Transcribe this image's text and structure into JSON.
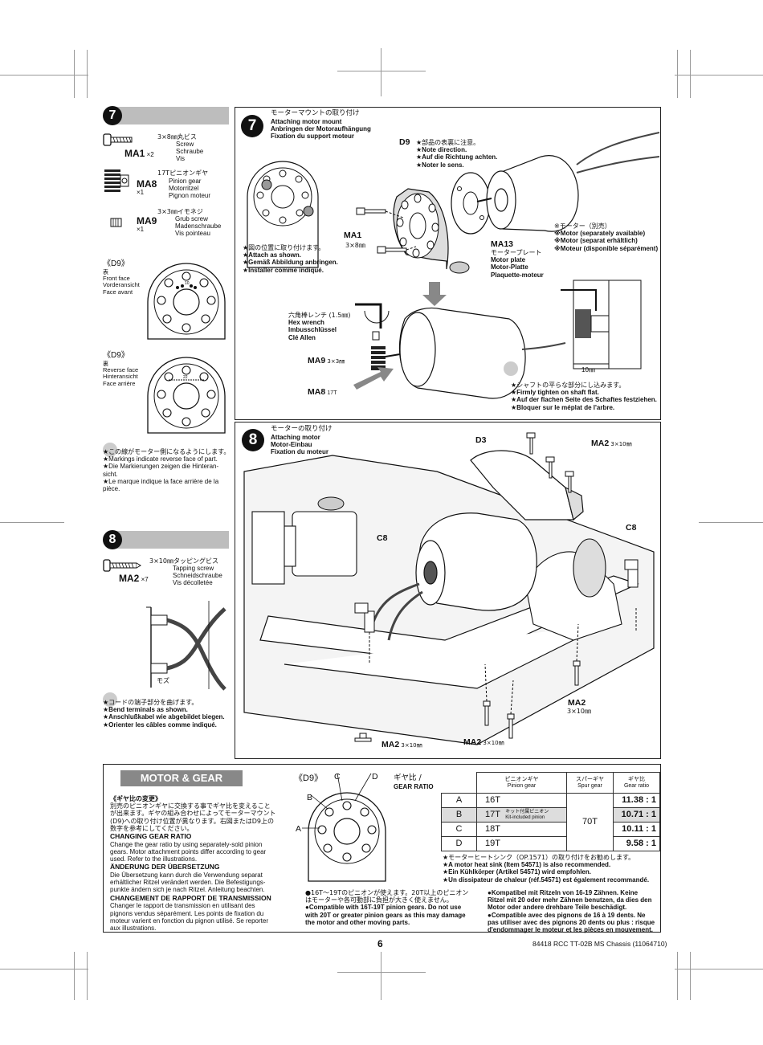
{
  "step7_left": {
    "step": "7",
    "parts": [
      {
        "size_ja": "3×8㎜丸ビス",
        "name": "MA1",
        "qty": "×2",
        "en": "Screw",
        "de": "Schraube",
        "fr": "Vis"
      },
      {
        "size_ja": "17Tピニオンギヤ",
        "name": "MA8",
        "qty": "×1",
        "en": "Pinion gear",
        "de": "Motorritzel",
        "fr": "Pignon moteur"
      },
      {
        "size_ja": "3×3㎜イモネジ",
        "name": "MA9",
        "qty": "×1",
        "en": "Grub screw",
        "de": "Madenschraube",
        "fr": "Vis pointeau"
      }
    ],
    "d9_front": {
      "label": "《D9》",
      "ja": "表",
      "en": "Front face",
      "de": "Vorderansicht",
      "fr": "Face avant"
    },
    "d9_reverse": {
      "label": "《D9》",
      "ja": "裏",
      "en": "Reverse face",
      "de": "Hinteransicht",
      "fr": "Face arrière"
    },
    "reverse_note": [
      "★この線がモーター側になるようにします。",
      "★Markings indicate reverse face of part.",
      "★Die Markierungen zeigen die Hinteran-",
      "sicht.",
      "★Le marque indique la face arrière de la",
      "pièce."
    ]
  },
  "step8_left": {
    "step": "8",
    "part": {
      "size_ja": "3×10㎜タッピングビス",
      "name": "MA2",
      "qty": "×7",
      "en": "Tapping screw",
      "de": "Schneidschraube",
      "fr": "Vis décolletée"
    },
    "mini_label": "モズ",
    "note": [
      "★コードの端子部分を曲げます。",
      "★Bend terminals as shown.",
      "★Anschlußkabel wie abgebildet biegen.",
      "★Orienter les câbles comme indiqué."
    ]
  },
  "step7_main": {
    "step": "7",
    "title_ja": "モーターマウントの取り付け",
    "title_en": "Attaching motor mount",
    "title_de": "Anbringen der Motoraufhängung",
    "title_fr": "Fixation du support moteur",
    "d9_label": "D9",
    "d9_notes": [
      "★部品の表裏に注意。",
      "★Note direction.",
      "★Auf die Richtung achten.",
      "★Noter le sens."
    ],
    "attach_notes": [
      "★図の位置に取り付けます。",
      "★Attach as shown.",
      "★Gemäß Abbildung anbringen.",
      "★Installer comme indiqué."
    ],
    "ma1": {
      "name": "MA1",
      "size": "3×8㎜"
    },
    "ma13": {
      "name": "MA13",
      "ja": "モータープレート",
      "en": "Motor plate",
      "de": "Motor-Platte",
      "fr": "Plaquette-moteur"
    },
    "motor_notes": [
      "※モーター（別売）",
      "※Motor (separately available)",
      "※Motor (separat erhältlich)",
      "※Moteur (disponible séparément)"
    ],
    "wrench": [
      "六角棒レンチ (1.5㎜)",
      "Hex wrench",
      "Imbusschlüssel",
      "Clé Allen"
    ],
    "ma9": {
      "name": "MA9",
      "size": "3×3㎜"
    },
    "ma8": {
      "name": "MA8",
      "size": "17T"
    },
    "dim_label": "10㎜",
    "shaft_notes": [
      "★シャフトの平らな部分にし込みます。",
      "★Firmly tighten on shaft flat.",
      "★Auf der flachen Seite des Schaftes festziehen.",
      "★Bloquer sur le méplat de l'arbre."
    ]
  },
  "step8_main": {
    "step": "8",
    "title_ja": "モーターの取り付け",
    "title_en": "Attaching motor",
    "title_de": "Motor-Einbau",
    "title_fr": "Fixation du moteur",
    "labels": {
      "d3": "D3",
      "ma2_top": "MA2",
      "ma2_top_size": "3×10㎜",
      "c8_right": "C8",
      "c8_left": "C8",
      "ma2_right": "MA2",
      "ma2_right_size": "3×10㎜",
      "ma2_bl": "MA2",
      "ma2_bl_size": "3×10㎜",
      "ma2_bm": "MA2",
      "ma2_bm_size": "3×10㎜"
    }
  },
  "motor_gear": {
    "title": "MOTOR & GEAR",
    "ja_heading": "《ギヤ比の変更》",
    "ja_text": [
      "別売のピニオンギヤに交換する事でギヤ比を変えること",
      "が出来ます。ギヤの組み合わせによってモーターマウント",
      "(D9)への取り付け位置が異なります。右図またはD9上の",
      "数字を参考にしてください。"
    ],
    "en_heading": "CHANGING GEAR RATIO",
    "en_text": [
      "Change the gear ratio by using separately-sold pinion",
      "gears. Motor attachment points differ according to gear",
      "used. Refer to the illustrations."
    ],
    "de_heading": "ÄNDERUNG DER ÜBERSETZUNG",
    "de_text": [
      "Die Übersetzung kann durch die Verwendung separat",
      "erhältlicher Ritzel verändert werden. Die Befestigungs-",
      "punkte ändern sich je nach Ritzel. Anleitung beachten."
    ],
    "fr_heading": "CHANGEMENT DE RAPPORT DE TRANSMISSION",
    "fr_text": [
      "Changer le rapport de transmission en utilisant des",
      "pignons vendus séparément. Les points de fixation du",
      "moteur varient en fonction du pignon utilisé. Se reporter",
      "aux illustrations."
    ],
    "d9_label": "《D9》",
    "pos_letters": [
      "A",
      "B",
      "C",
      "D"
    ],
    "ratio_heading_ja": "ギヤ比 /",
    "ratio_heading_en": "GEAR RATIO",
    "table": {
      "headers": [
        {
          "ja": "ピニオンギヤ",
          "en": "Pinion gear"
        },
        {
          "ja": "スパーギヤ",
          "en": "Spur gear"
        },
        {
          "ja": "ギヤ比",
          "en": "Gear ratio"
        }
      ],
      "rows": [
        {
          "pos": "A",
          "pinion": "16T",
          "note_ja": "",
          "note_en": "",
          "ratio": "11.38 : 1"
        },
        {
          "pos": "B",
          "pinion": "17T",
          "note_ja": "キット付属ピニオン",
          "note_en": "Kit-included pinion",
          "ratio": "10.71 : 1"
        },
        {
          "pos": "C",
          "pinion": "18T",
          "note_ja": "",
          "note_en": "",
          "ratio": "10.11 : 1"
        },
        {
          "pos": "D",
          "pinion": "19T",
          "note_ja": "",
          "note_en": "",
          "ratio": "9.58 : 1"
        }
      ],
      "spur": "70T"
    },
    "heatsink_notes": [
      "★モーターヒートシンク（OP.1571）の取り付けをお勧めします。",
      "★A motor heat sink (Item 54571) is also recommended.",
      "★Ein Kühlkörper (Artikel 54571) wird empfohlen.",
      "★Un dissipateur de chaleur (réf.54571) est également recommandé."
    ],
    "compat_left": [
      "●16T〜19Tのピニオンが使えます。20T以上のピニオン",
      "はモーターや各可動部に負担が大きく使えません。",
      "●Compatible with 16T-19T pinion gears. Do not use",
      "with 20T or greater pinion gears as this may damage",
      "the motor and other moving parts."
    ],
    "compat_right": [
      "●Kompatibel mit Ritzeln von 16-19 Zähnen. Keine",
      "Ritzel mit 20 oder mehr Zähnen benutzen, da dies den",
      "Motor oder andere drehbare Teile beschädigt.",
      "●Compatible avec des pignons de 16 à 19 dents. Ne",
      "pas utiliser avec des pignons 20 dents ou plus : risque",
      "d'endommager le moteur et les pièces en mouvement."
    ]
  },
  "footer": {
    "page": "6",
    "code": "84418 RCC TT-02B MS Chassis (11064710)"
  }
}
